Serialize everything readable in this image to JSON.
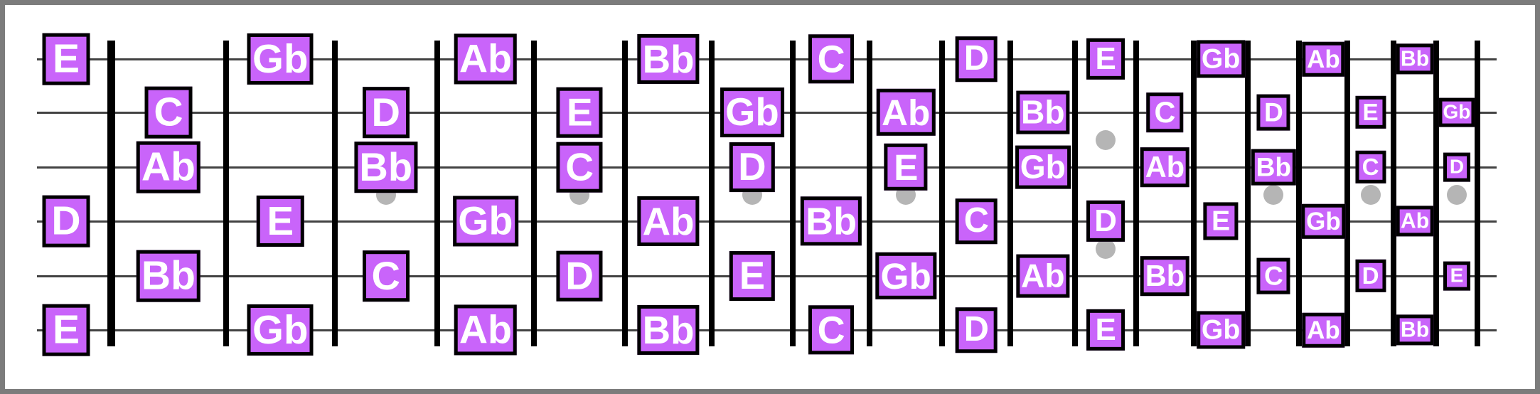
{
  "diagram": {
    "kind": "guitar-fretboard",
    "fret_count": 19,
    "string_count": 6,
    "open_position_shown": true,
    "note_labels_shown": [
      "E",
      "Gb",
      "Ab",
      "Bb",
      "C",
      "D"
    ],
    "marker_dots": {
      "single_dot_frets": [
        3,
        5,
        7,
        9,
        15,
        17,
        19
      ],
      "double_dot_frets": [
        12
      ]
    },
    "strings": [
      {
        "notes": [
          {
            "fret": 0,
            "label": "E"
          },
          {
            "fret": 2,
            "label": "Gb"
          },
          {
            "fret": 4,
            "label": "Ab"
          },
          {
            "fret": 6,
            "label": "Bb"
          },
          {
            "fret": 8,
            "label": "C"
          },
          {
            "fret": 10,
            "label": "D"
          },
          {
            "fret": 12,
            "label": "E"
          },
          {
            "fret": 14,
            "label": "Gb"
          },
          {
            "fret": 16,
            "label": "Ab"
          },
          {
            "fret": 18,
            "label": "Bb"
          }
        ]
      },
      {
        "notes": [
          {
            "fret": 1,
            "label": "C"
          },
          {
            "fret": 3,
            "label": "D"
          },
          {
            "fret": 5,
            "label": "E"
          },
          {
            "fret": 7,
            "label": "Gb"
          },
          {
            "fret": 9,
            "label": "Ab"
          },
          {
            "fret": 11,
            "label": "Bb"
          },
          {
            "fret": 13,
            "label": "C"
          },
          {
            "fret": 15,
            "label": "D"
          },
          {
            "fret": 17,
            "label": "E"
          },
          {
            "fret": 19,
            "label": "Gb"
          }
        ]
      },
      {
        "notes": [
          {
            "fret": 1,
            "label": "Ab"
          },
          {
            "fret": 3,
            "label": "Bb"
          },
          {
            "fret": 5,
            "label": "C"
          },
          {
            "fret": 7,
            "label": "D"
          },
          {
            "fret": 9,
            "label": "E"
          },
          {
            "fret": 11,
            "label": "Gb"
          },
          {
            "fret": 13,
            "label": "Ab"
          },
          {
            "fret": 15,
            "label": "Bb"
          },
          {
            "fret": 17,
            "label": "C"
          },
          {
            "fret": 19,
            "label": "D"
          }
        ]
      },
      {
        "notes": [
          {
            "fret": 0,
            "label": "D"
          },
          {
            "fret": 2,
            "label": "E"
          },
          {
            "fret": 4,
            "label": "Gb"
          },
          {
            "fret": 6,
            "label": "Ab"
          },
          {
            "fret": 8,
            "label": "Bb"
          },
          {
            "fret": 10,
            "label": "C"
          },
          {
            "fret": 12,
            "label": "D"
          },
          {
            "fret": 14,
            "label": "E"
          },
          {
            "fret": 16,
            "label": "Gb"
          },
          {
            "fret": 18,
            "label": "Ab"
          }
        ]
      },
      {
        "notes": [
          {
            "fret": 1,
            "label": "Bb"
          },
          {
            "fret": 3,
            "label": "C"
          },
          {
            "fret": 5,
            "label": "D"
          },
          {
            "fret": 7,
            "label": "E"
          },
          {
            "fret": 9,
            "label": "Gb"
          },
          {
            "fret": 11,
            "label": "Ab"
          },
          {
            "fret": 13,
            "label": "Bb"
          },
          {
            "fret": 15,
            "label": "C"
          },
          {
            "fret": 17,
            "label": "D"
          },
          {
            "fret": 19,
            "label": "E"
          }
        ]
      },
      {
        "notes": [
          {
            "fret": 0,
            "label": "E"
          },
          {
            "fret": 2,
            "label": "Gb"
          },
          {
            "fret": 4,
            "label": "Ab"
          },
          {
            "fret": 6,
            "label": "Bb"
          },
          {
            "fret": 8,
            "label": "C"
          },
          {
            "fret": 10,
            "label": "D"
          },
          {
            "fret": 12,
            "label": "E"
          },
          {
            "fret": 14,
            "label": "Gb"
          },
          {
            "fret": 16,
            "label": "Ab"
          },
          {
            "fret": 18,
            "label": "Bb"
          }
        ]
      }
    ],
    "colors": {
      "note_fill": "#c964fa",
      "note_border": "#000000",
      "note_text": "#ffffff",
      "marker_dot": "#b5b5b5",
      "string_line": "#424242",
      "fret_line": "#000000",
      "nut": "#000000",
      "board_background": "#ffffff",
      "frame_border": "#7c7c7c",
      "frame_border_inner": "#a3a3a3"
    }
  }
}
